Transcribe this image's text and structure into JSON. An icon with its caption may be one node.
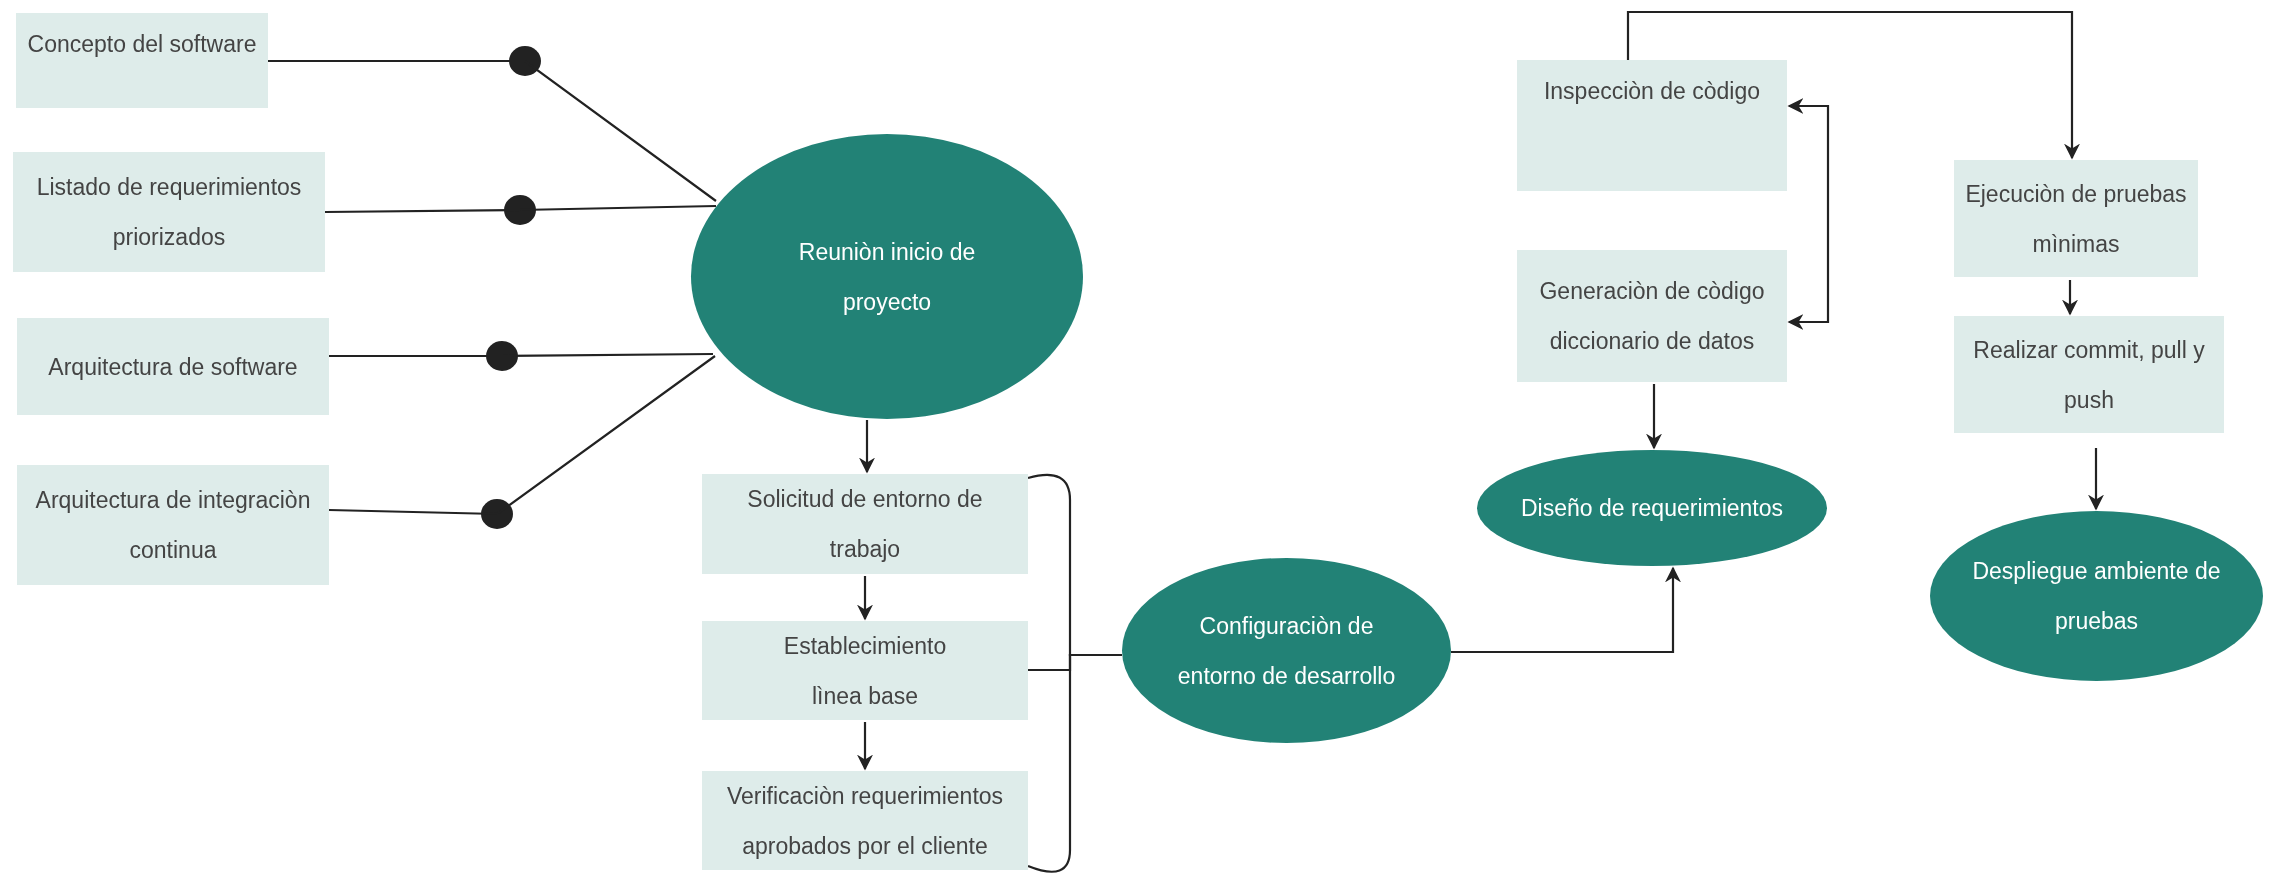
{
  "diagram": {
    "nodes": [
      {
        "text": [
          "Concepto del software"
        ]
      },
      {
        "text": [
          "Listado de requerimientos priorizados"
        ]
      },
      {
        "text": [
          "Arquitectura de software"
        ]
      },
      {
        "text": [
          "Arquitectura de  integraciòn continua"
        ]
      },
      {
        "text": [
          "Reuniòn inicio de proyecto"
        ]
      },
      {
        "text": [
          "Solicitud de entorno de trabajo"
        ]
      },
      {
        "text": [
          "Establecimiento lìnea base"
        ]
      },
      {
        "text": [
          "Verificaciòn requerimientos aprobados por el cliente"
        ]
      },
      {
        "text": [
          "Configuraciòn de entorno de  desarrollo"
        ]
      },
      {
        "text": [
          "Diseño de requerimientos"
        ]
      },
      {
        "text": [
          "Inspecciòn de còdigo"
        ]
      },
      {
        "text": [
          "Generaciòn de còdigo diccionario de datos"
        ]
      },
      {
        "text": [
          "Ejecuciòn de pruebas mìnimas"
        ]
      },
      {
        "text": [
          "Realizar commit, pull y push"
        ]
      },
      {
        "text": [
          "Despliegue ambiente de pruebas"
        ]
      }
    ],
    "edges": [
      {
        "from": 0,
        "to": 4,
        "arrow": "none"
      },
      {
        "from": 1,
        "to": 4,
        "arrow": "none"
      },
      {
        "from": 2,
        "to": 4,
        "arrow": "none"
      },
      {
        "from": 3,
        "to": 4,
        "arrow": "none"
      },
      {
        "from": 4,
        "to": 5,
        "arrow": "to"
      },
      {
        "from": 5,
        "to": 6,
        "arrow": "to"
      },
      {
        "from": 6,
        "to": 7,
        "arrow": "to"
      },
      {
        "from": 5,
        "to": 8,
        "arrow": "none"
      },
      {
        "from": 6,
        "to": 8,
        "arrow": "none"
      },
      {
        "from": 7,
        "to": 8,
        "arrow": "none"
      },
      {
        "from": 8,
        "to": 9,
        "arrow": "to"
      },
      {
        "from": 11,
        "to": 9,
        "arrow": "to"
      },
      {
        "from": 11,
        "to": 10,
        "arrow": "both"
      },
      {
        "from": 10,
        "to": 12,
        "arrow": "to"
      },
      {
        "from": 12,
        "to": 13,
        "arrow": "to"
      },
      {
        "from": 13,
        "to": 14,
        "arrow": "to"
      }
    ]
  }
}
